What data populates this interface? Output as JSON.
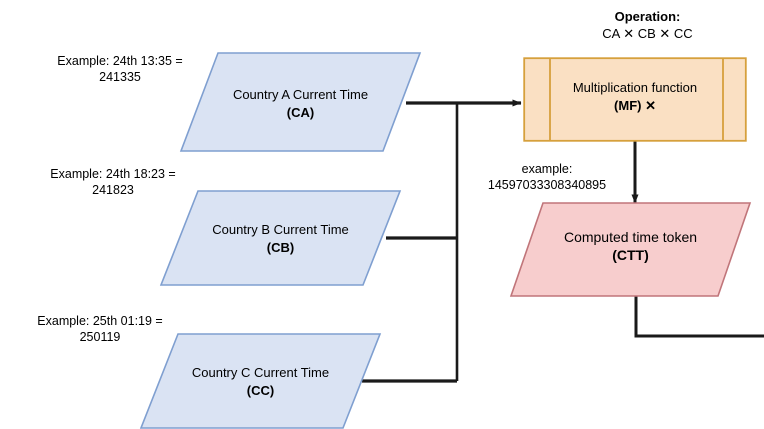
{
  "diagram": {
    "title_block": {
      "operation_label": "Operation:",
      "operation_formula": "CA ✕ CB ✕ CC"
    },
    "inputs": [
      {
        "id": "ca",
        "note": "Example: 24th 13:35 =\n241335",
        "label": "Country A Current Time",
        "code": "(CA)",
        "fill": "#dae3f3",
        "stroke": "#7f9fd0"
      },
      {
        "id": "cb",
        "note": "Example: 24th 18:23 =\n241823",
        "label": "Country B Current Time",
        "code": "(CB)",
        "fill": "#dae3f3",
        "stroke": "#7f9fd0"
      },
      {
        "id": "cc",
        "note": "Example: 25th 01:19 =\n250119",
        "label": "Country C Current Time",
        "code": "(CC)",
        "fill": "#dae3f3",
        "stroke": "#7f9fd0"
      }
    ],
    "process": {
      "label": "Multiplication function",
      "code": "(MF) ✕",
      "fill": "#fae0c3",
      "stroke": "#d6a03c"
    },
    "intermediate_note": "example:\n14597033308340895",
    "output": {
      "label": "Computed time token",
      "code": "(CTT)",
      "fill": "#f7cdcd",
      "stroke": "#c0757a"
    },
    "connectors": {
      "color": "#1a1a1a"
    }
  }
}
